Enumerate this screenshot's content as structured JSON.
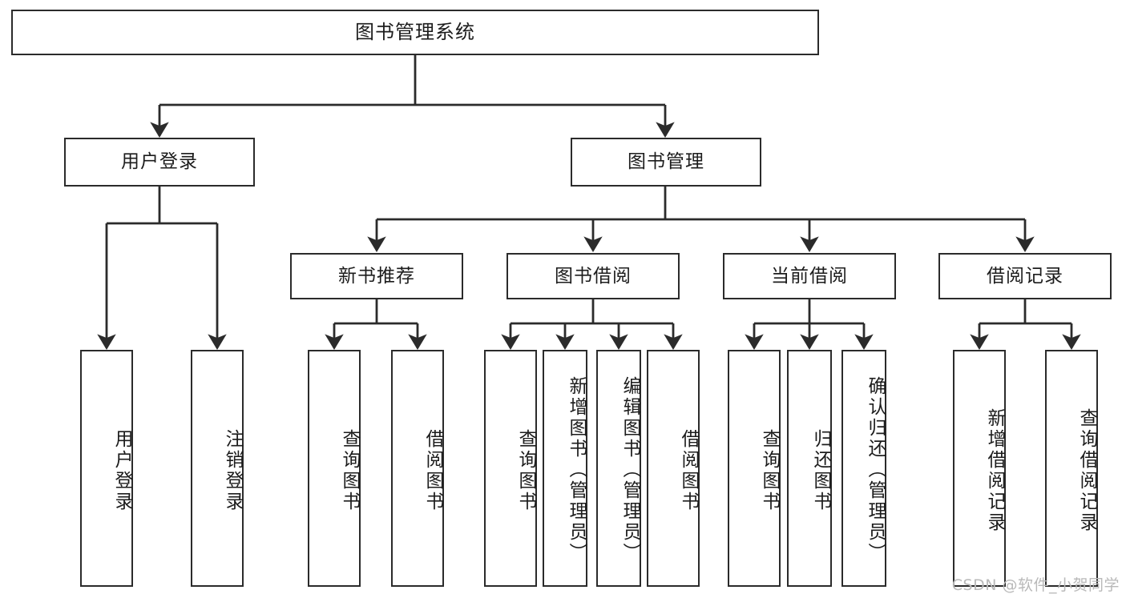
{
  "diagram": {
    "type": "tree",
    "title": "图书管理系统",
    "orientation": "top-down",
    "colors": {
      "node_border": "#2b2b2b",
      "node_fill": "#ffffff",
      "connector": "#2b2b2b",
      "text": "#1c1c1c",
      "watermark": "#b9b9b9"
    }
  },
  "root": {
    "label": "图书管理系统"
  },
  "level2": [
    {
      "label": "用户登录"
    },
    {
      "label": "图书管理"
    }
  ],
  "level3": [
    {
      "label": "新书推荐"
    },
    {
      "label": "图书借阅"
    },
    {
      "label": "当前借阅"
    },
    {
      "label": "借阅记录"
    }
  ],
  "leaves": {
    "user_login": [
      {
        "label": "用户登录"
      },
      {
        "label": "注销登录"
      }
    ],
    "new_book": [
      {
        "label": "查询图书"
      },
      {
        "label": "借阅图书"
      }
    ],
    "book_borrow": [
      {
        "label": "查询图书"
      },
      {
        "label": "新增图书（管理员）"
      },
      {
        "label": "编辑图书（管理员）"
      },
      {
        "label": "借阅图书"
      }
    ],
    "current_borrow": [
      {
        "label": "查询图书"
      },
      {
        "label": "归还图书"
      },
      {
        "label": "确认归还（管理员）"
      }
    ],
    "borrow_record": [
      {
        "label": "新增借阅记录"
      },
      {
        "label": "查询借阅记录"
      }
    ]
  },
  "watermark": {
    "text": "CSDN @软件_小贺同学"
  }
}
